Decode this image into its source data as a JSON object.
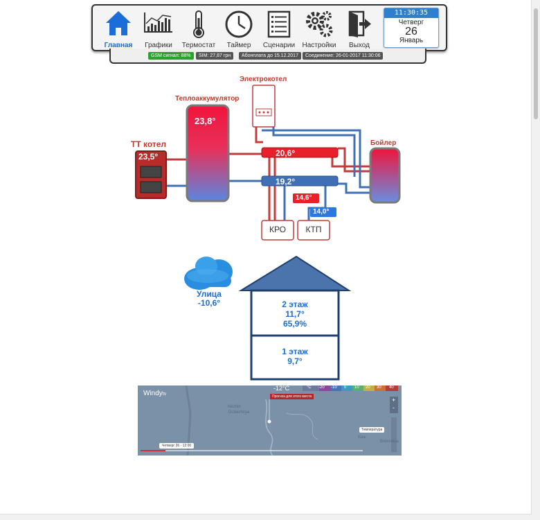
{
  "nav": {
    "items": [
      {
        "label": "Главная",
        "icon": "home-icon",
        "active": true
      },
      {
        "label": "Графики",
        "icon": "chart-icon",
        "active": false
      },
      {
        "label": "Термостат",
        "icon": "thermometer-icon",
        "active": false
      },
      {
        "label": "Таймер",
        "icon": "clock-icon",
        "active": false
      },
      {
        "label": "Сценарии",
        "icon": "list-icon",
        "active": false
      },
      {
        "label": "Настройки",
        "icon": "gears-icon",
        "active": false
      },
      {
        "label": "Выход",
        "icon": "exit-icon",
        "active": false
      }
    ],
    "calendar": {
      "time": "11:30:35",
      "weekday": "Четверг",
      "day": "26",
      "month": "Январь"
    }
  },
  "status": {
    "gsm": "GSM сигнал: 88%",
    "sim": "SIM: 27,87 грн",
    "subscription": "Абонплата до 15.12.2017",
    "connection": "Соединение: 26-01-2017 11:30:06"
  },
  "heating": {
    "heat_accumulator_label": "Теплоаккумулятор",
    "heat_accumulator_temp": "23,8°",
    "electric_boiler_label": "Электрокотел",
    "tt_boiler_label": "ТТ котел",
    "tt_boiler_temp": "23,5°",
    "water_heater_label": "Бойлер",
    "supply_temp": "20,6°",
    "return_temp": "19,2°",
    "kro_temp": "14,6°",
    "ktp_temp": "14,0°",
    "kro_label": "КРО",
    "ktp_label": "КТП"
  },
  "house": {
    "outside_label": "Улица",
    "outside_temp": "-10,6°",
    "floor2_label": "2 этаж",
    "floor2_temp": "11,7°",
    "floor2_humidity": "65,9%",
    "floor1_label": "1 этаж",
    "floor1_temp": "9,7°"
  },
  "windy": {
    "brand": "Windy",
    "brand_suffix": "tv",
    "current_temp": "-12°C",
    "forecast_button": "Прогноз для этого места",
    "layer_label": "Температура",
    "timeline_label": "Четверг 26 - 12:00",
    "scale_unit": "°C",
    "scale": [
      "-20",
      "-10",
      "0",
      "10",
      "20",
      "30",
      "40"
    ],
    "places": [
      "Nezhin",
      "Dubechnya",
      "Kiev",
      "Bobrovica"
    ],
    "zoom_in": "+",
    "zoom_out": "-"
  },
  "colors": {
    "accent": "#1b6dd8",
    "hot": "#e8202a",
    "cold": "#3f6fb5",
    "title_red": "#c0392b",
    "house": "#1f3f6e"
  }
}
